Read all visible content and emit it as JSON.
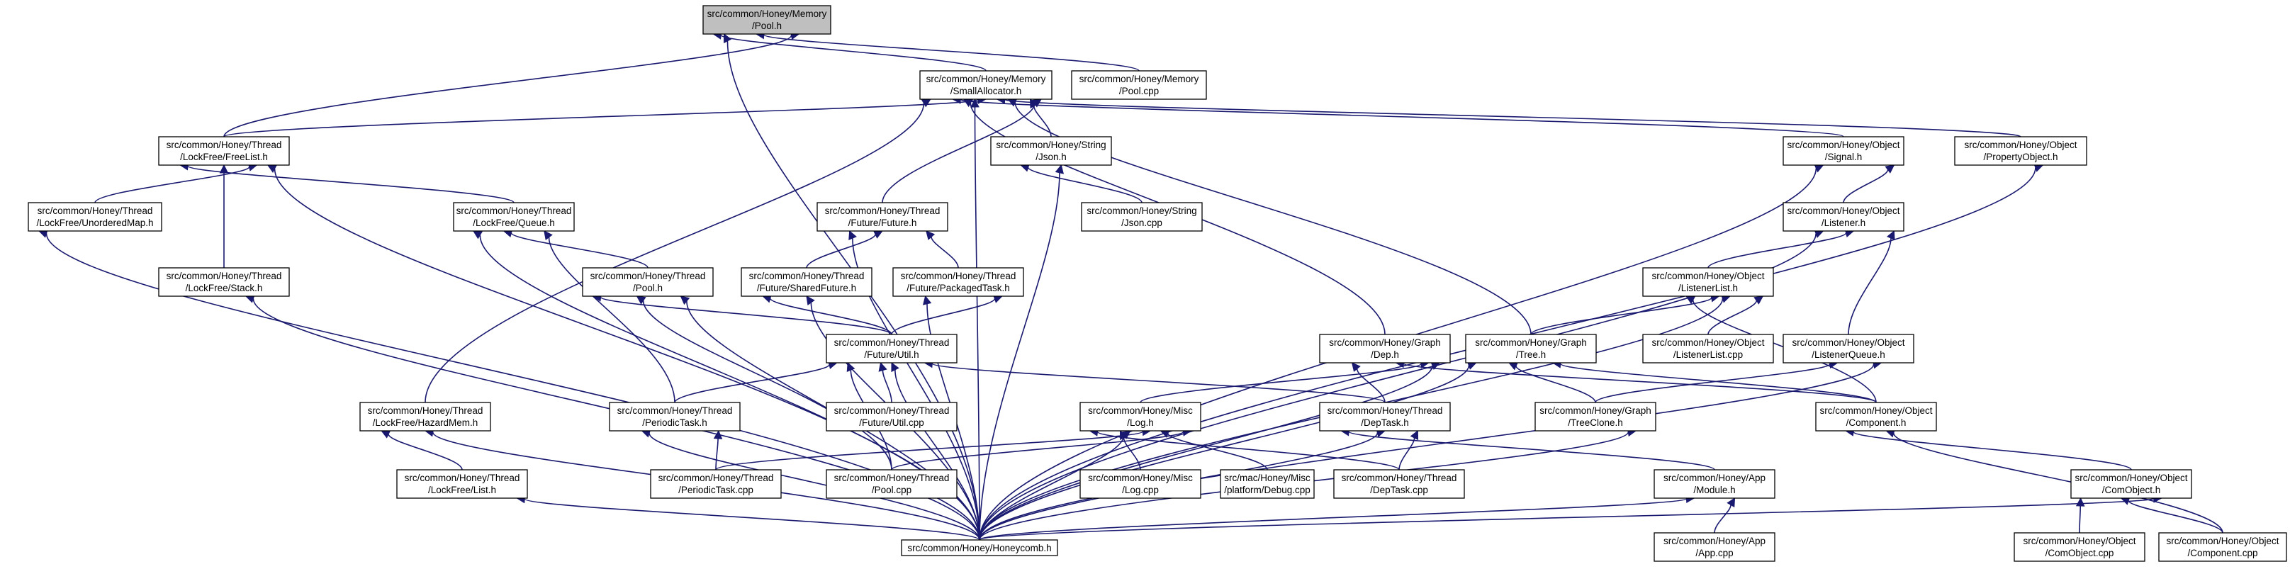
{
  "diagram": {
    "edge_color": "#191970",
    "root_fill": "#bfbfbf",
    "nodes": [
      {
        "id": "pool_h",
        "line1": "src/common/Honey/Memory",
        "line2": "/Pool.h",
        "root": true
      },
      {
        "id": "smallalloc",
        "line1": "src/common/Honey/Memory",
        "line2": "/SmallAllocator.h"
      },
      {
        "id": "pool_cpp",
        "line1": "src/common/Honey/Memory",
        "line2": "/Pool.cpp"
      },
      {
        "id": "freelist",
        "line1": "src/common/Honey/Thread",
        "line2": "/LockFree/FreeList.h"
      },
      {
        "id": "json_h",
        "line1": "src/common/Honey/String",
        "line2": "/Json.h"
      },
      {
        "id": "signal_h",
        "line1": "src/common/Honey/Object",
        "line2": "/Signal.h"
      },
      {
        "id": "propobj",
        "line1": "src/common/Honey/Object",
        "line2": "/PropertyObject.h"
      },
      {
        "id": "unordmap",
        "line1": "src/common/Honey/Thread",
        "line2": "/LockFree/UnorderedMap.h"
      },
      {
        "id": "queue_h",
        "line1": "src/common/Honey/Thread",
        "line2": "/LockFree/Queue.h"
      },
      {
        "id": "future_h",
        "line1": "src/common/Honey/Thread",
        "line2": "/Future/Future.h"
      },
      {
        "id": "json_cpp",
        "line1": "src/common/Honey/String",
        "line2": "/Json.cpp"
      },
      {
        "id": "listener_h",
        "line1": "src/common/Honey/Object",
        "line2": "/Listener.h"
      },
      {
        "id": "stack_h",
        "line1": "src/common/Honey/Thread",
        "line2": "/LockFree/Stack.h"
      },
      {
        "id": "tpool_h",
        "line1": "src/common/Honey/Thread",
        "line2": "/Pool.h"
      },
      {
        "id": "sharedfut",
        "line1": "src/common/Honey/Thread",
        "line2": "/Future/SharedFuture.h"
      },
      {
        "id": "pkgtask",
        "line1": "src/common/Honey/Thread",
        "line2": "/Future/PackagedTask.h"
      },
      {
        "id": "listlist",
        "line1": "src/common/Honey/Object",
        "line2": "/ListenerList.h"
      },
      {
        "id": "fututil",
        "line1": "src/common/Honey/Thread",
        "line2": "/Future/Util.h"
      },
      {
        "id": "dep_h",
        "line1": "src/common/Honey/Graph",
        "line2": "/Dep.h"
      },
      {
        "id": "tree_h",
        "line1": "src/common/Honey/Graph",
        "line2": "/Tree.h"
      },
      {
        "id": "listlist_cpp",
        "line1": "src/common/Honey/Object",
        "line2": "/ListenerList.cpp"
      },
      {
        "id": "listq",
        "line1": "src/common/Honey/Object",
        "line2": "/ListenerQueue.h"
      },
      {
        "id": "hazard",
        "line1": "src/common/Honey/Thread",
        "line2": "/LockFree/HazardMem.h"
      },
      {
        "id": "periodic_h",
        "line1": "src/common/Honey/Thread",
        "line2": "/PeriodicTask.h"
      },
      {
        "id": "fututil_cpp",
        "line1": "src/common/Honey/Thread",
        "line2": "/Future/Util.cpp"
      },
      {
        "id": "log_h",
        "line1": "src/common/Honey/Misc",
        "line2": "/Log.h"
      },
      {
        "id": "deptask_h",
        "line1": "src/common/Honey/Thread",
        "line2": "/DepTask.h"
      },
      {
        "id": "treeclone",
        "line1": "src/common/Honey/Graph",
        "line2": "/TreeClone.h"
      },
      {
        "id": "component_h",
        "line1": "src/common/Honey/Object",
        "line2": "/Component.h"
      },
      {
        "id": "lflist",
        "line1": "src/common/Honey/Thread",
        "line2": "/LockFree/List.h"
      },
      {
        "id": "periodic_cpp",
        "line1": "src/common/Honey/Thread",
        "line2": "/PeriodicTask.cpp"
      },
      {
        "id": "tpool_cpp",
        "line1": "src/common/Honey/Thread",
        "line2": "/Pool.cpp"
      },
      {
        "id": "log_cpp",
        "line1": "src/common/Honey/Misc",
        "line2": "/Log.cpp"
      },
      {
        "id": "debug_cpp",
        "line1": "src/mac/Honey/Misc",
        "line2": "/platform/Debug.cpp"
      },
      {
        "id": "deptask_cpp",
        "line1": "src/common/Honey/Thread",
        "line2": "/DepTask.cpp"
      },
      {
        "id": "module_h",
        "line1": "src/common/Honey/App",
        "line2": "/Module.h"
      },
      {
        "id": "comobj_h",
        "line1": "src/common/Honey/Object",
        "line2": "/ComObject.h"
      },
      {
        "id": "honeycomb",
        "line1": "src/common/Honey/Honeycomb.h",
        "line2": ""
      },
      {
        "id": "app_cpp",
        "line1": "src/common/Honey/App",
        "line2": "/App.cpp"
      },
      {
        "id": "comobj_cpp",
        "line1": "src/common/Honey/Object",
        "line2": "/ComObject.cpp"
      },
      {
        "id": "component_cpp",
        "line1": "src/common/Honey/Object",
        "line2": "/Component.cpp"
      }
    ],
    "edges": [
      [
        "smallalloc",
        "pool_h"
      ],
      [
        "pool_cpp",
        "pool_h"
      ],
      [
        "freelist",
        "pool_h"
      ],
      [
        "honeycomb",
        "pool_h"
      ],
      [
        "freelist",
        "smallalloc"
      ],
      [
        "json_h",
        "smallalloc"
      ],
      [
        "signal_h",
        "smallalloc"
      ],
      [
        "propobj",
        "smallalloc"
      ],
      [
        "future_h",
        "smallalloc"
      ],
      [
        "dep_h",
        "smallalloc"
      ],
      [
        "tree_h",
        "smallalloc"
      ],
      [
        "hazard",
        "smallalloc"
      ],
      [
        "honeycomb",
        "smallalloc"
      ],
      [
        "unordmap",
        "freelist"
      ],
      [
        "queue_h",
        "freelist"
      ],
      [
        "stack_h",
        "freelist"
      ],
      [
        "honeycomb",
        "freelist"
      ],
      [
        "json_cpp",
        "json_h"
      ],
      [
        "honeycomb",
        "json_h"
      ],
      [
        "listener_h",
        "signal_h"
      ],
      [
        "honeycomb",
        "signal_h"
      ],
      [
        "honeycomb",
        "propobj"
      ],
      [
        "honeycomb",
        "unordmap"
      ],
      [
        "tpool_h",
        "queue_h"
      ],
      [
        "periodic_h",
        "queue_h"
      ],
      [
        "honeycomb",
        "queue_h"
      ],
      [
        "sharedfut",
        "future_h"
      ],
      [
        "pkgtask",
        "future_h"
      ],
      [
        "honeycomb",
        "future_h"
      ],
      [
        "listlist",
        "listener_h"
      ],
      [
        "listq",
        "listener_h"
      ],
      [
        "honeycomb",
        "listener_h"
      ],
      [
        "honeycomb",
        "stack_h"
      ],
      [
        "fututil",
        "tpool_h"
      ],
      [
        "tpool_cpp",
        "tpool_h"
      ],
      [
        "honeycomb",
        "tpool_h"
      ],
      [
        "fututil",
        "sharedfut"
      ],
      [
        "honeycomb",
        "sharedfut"
      ],
      [
        "fututil",
        "pkgtask"
      ],
      [
        "honeycomb",
        "pkgtask"
      ],
      [
        "tree_h",
        "listlist"
      ],
      [
        "listlist_cpp",
        "listlist"
      ],
      [
        "component_h",
        "listlist"
      ],
      [
        "honeycomb",
        "listlist"
      ],
      [
        "periodic_h",
        "fututil"
      ],
      [
        "fututil_cpp",
        "fututil"
      ],
      [
        "deptask_h",
        "fututil"
      ],
      [
        "tpool_cpp",
        "fututil"
      ],
      [
        "honeycomb",
        "fututil"
      ],
      [
        "log_h",
        "dep_h"
      ],
      [
        "deptask_h",
        "dep_h"
      ],
      [
        "component_h",
        "dep_h"
      ],
      [
        "honeycomb",
        "dep_h"
      ],
      [
        "treeclone",
        "tree_h"
      ],
      [
        "component_h",
        "tree_h"
      ],
      [
        "honeycomb",
        "tree_h"
      ],
      [
        "treeclone",
        "listq"
      ],
      [
        "honeycomb",
        "listq"
      ],
      [
        "lflist",
        "hazard"
      ],
      [
        "honeycomb",
        "hazard"
      ],
      [
        "periodic_cpp",
        "periodic_h"
      ],
      [
        "honeycomb",
        "periodic_h"
      ],
      [
        "periodic_cpp",
        "log_h"
      ],
      [
        "tpool_cpp",
        "log_h"
      ],
      [
        "log_cpp",
        "log_h"
      ],
      [
        "debug_cpp",
        "log_h"
      ],
      [
        "deptask_cpp",
        "log_h"
      ],
      [
        "honeycomb",
        "log_h"
      ],
      [
        "deptask_cpp",
        "deptask_h"
      ],
      [
        "module_h",
        "deptask_h"
      ],
      [
        "honeycomb",
        "deptask_h"
      ],
      [
        "honeycomb",
        "treeclone"
      ],
      [
        "comobj_h",
        "component_h"
      ],
      [
        "component_cpp",
        "component_h"
      ],
      [
        "honeycomb",
        "lflist"
      ],
      [
        "honeycomb",
        "module_h"
      ],
      [
        "app_cpp",
        "module_h"
      ],
      [
        "comobj_cpp",
        "comobj_h"
      ],
      [
        "component_cpp",
        "comobj_h"
      ],
      [
        "honeycomb",
        "comobj_h"
      ]
    ]
  }
}
